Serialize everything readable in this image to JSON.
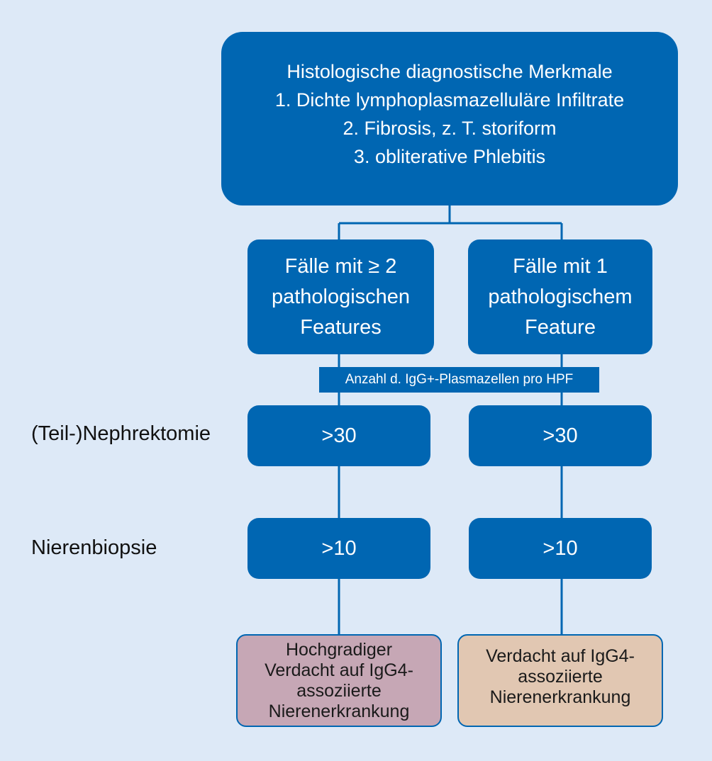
{
  "colors": {
    "background": "#dde9f7",
    "box_fill": "#0066b2",
    "connector": "#0066b2",
    "outcome_high_fill": "#c6a7b5",
    "outcome_suspect_fill": "#e1c7b2"
  },
  "top_box": {
    "lines": [
      "Histologische diagnostische Merkmale",
      "1. Dichte lymphoplasmazelluläre Infiltrate",
      "2. Fibrosis, z. T. storiform",
      "3. obliterative Phlebitis"
    ]
  },
  "left_branch": {
    "lines": [
      "Fälle mit ≥ 2",
      "pathologischen",
      "Features"
    ],
    "nephrektomie_value": ">30",
    "biopsie_value": ">10",
    "outcome_lines": [
      "Hochgradiger",
      "Verdacht auf IgG4-",
      "assoziierte",
      "Nierenerkrankung"
    ]
  },
  "right_branch": {
    "lines": [
      "Fälle mit 1",
      "pathologischem",
      "Feature"
    ],
    "nephrektomie_value": ">30",
    "biopsie_value": ">10",
    "outcome_lines": [
      "Verdacht auf IgG4-",
      "assoziierte",
      "Nierenerkrankung"
    ]
  },
  "hpf_label": "Anzahl d. IgG+-Plasmazellen pro HPF",
  "row_labels": {
    "nephrektomie": "(Teil-)Nephrektomie",
    "nierenbiopsie": "Nierenbiopsie"
  }
}
